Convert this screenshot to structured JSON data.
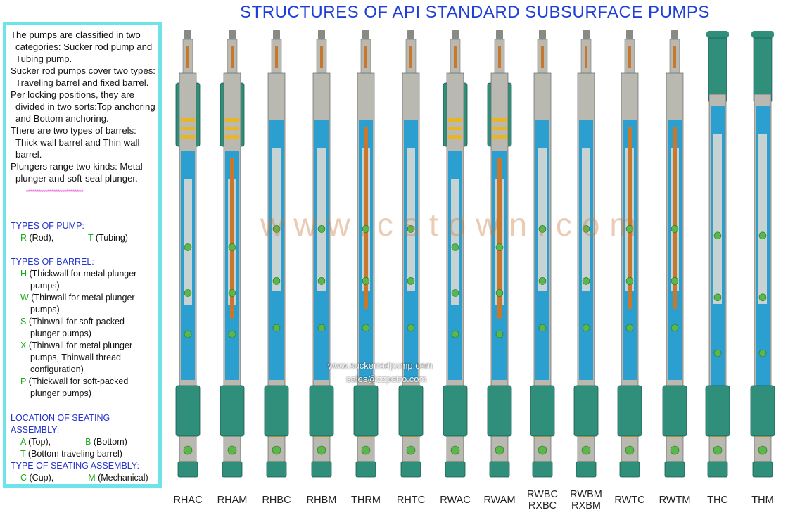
{
  "title": "STRUCTURES OF API STANDARD SUBSURFACE PUMPS",
  "intro": [
    "The pumps are classified in two categories: Sucker rod pump and Tubing pump.",
    "Sucker rod pumps cover two types: Traveling  barrel and fixed barrel.",
    "Per locking positions, they are divided in two sorts:Top anchoring and Bottom anchoring.",
    "There are two types of barrels: Thick wall barrel and Thin wall barrel.",
    "Plungers range two kinds: Metal plunger and soft-seal plunger."
  ],
  "stars": "***************************",
  "types_of_pump": {
    "heading": "TYPES OF PUMP:",
    "items": [
      {
        "code": "R",
        "text": " (Rod),"
      },
      {
        "code": "T",
        "text": " (Tubing)"
      }
    ]
  },
  "types_of_barrel": {
    "heading": "TYPES OF BARREL:",
    "items": [
      {
        "code": "H",
        "text": " (Thickwall for metal plunger",
        "cont": "pumps)"
      },
      {
        "code": "W",
        "text": " (Thinwall for metal plunger",
        "cont": "pumps)"
      },
      {
        "code": "S",
        "text": " (Thinwall for soft-packed",
        "cont": "plunger pumps)"
      },
      {
        "code": "X",
        "text": " (Thinwall for metal plunger",
        "cont": "pumps, Thinwall thread",
        "cont2": "configuration)"
      },
      {
        "code": "P",
        "text": " (Thickwall for soft-packed",
        "cont": "plunger pumps)"
      }
    ]
  },
  "seating_location": {
    "heading": "LOCATION OF SEATING ASSEMBLY:",
    "items": [
      {
        "code": "A",
        "text": " (Top),"
      },
      {
        "code": "B",
        "text": " (Bottom)"
      },
      {
        "code": "T",
        "text": " (Bottom traveling barrel)"
      }
    ]
  },
  "seating_type": {
    "heading": "TYPE OF SEATING ASSEMBLY:",
    "items": [
      {
        "code": "C",
        "text": " (Cup),"
      },
      {
        "code": "M",
        "text": " (Mechanical)"
      }
    ]
  },
  "pumps": [
    {
      "label": "RHAC",
      "color": "#2a9fd0"
    },
    {
      "label": "RHAM",
      "color": "#2a9fd0"
    },
    {
      "label": "RHBC",
      "color": "#2a9fd0"
    },
    {
      "label": "RHBM",
      "color": "#2a9fd0"
    },
    {
      "label": "THRM",
      "color": "#2a9fd0"
    },
    {
      "label": "RHTC",
      "color": "#2a9fd0"
    },
    {
      "label": "RWAC",
      "color": "#2a9fd0"
    },
    {
      "label": "RWAM",
      "color": "#2a9fd0"
    },
    {
      "label": "RWBC",
      "label2": "RXBC",
      "color": "#2a9fd0"
    },
    {
      "label": "RWBM",
      "label2": "RXBM",
      "color": "#2a9fd0"
    },
    {
      "label": "RWTC",
      "color": "#2a9fd0"
    },
    {
      "label": "RWTM",
      "color": "#2a9fd0"
    },
    {
      "label": "THC",
      "color": "#2a9fd0"
    },
    {
      "label": "THM",
      "color": "#2a9fd0"
    }
  ],
  "watermark": "www.cstown.com",
  "watermark_urls": [
    "www.suckerrodpump.com",
    "sales@zzpetro.com"
  ],
  "colors": {
    "barrel": "#2a9fd0",
    "coupling": "#2f8f7a",
    "steel": "#b9b9b1",
    "copper": "#c8782c",
    "ball": "#5ab84a",
    "ring": "#e7b526"
  }
}
